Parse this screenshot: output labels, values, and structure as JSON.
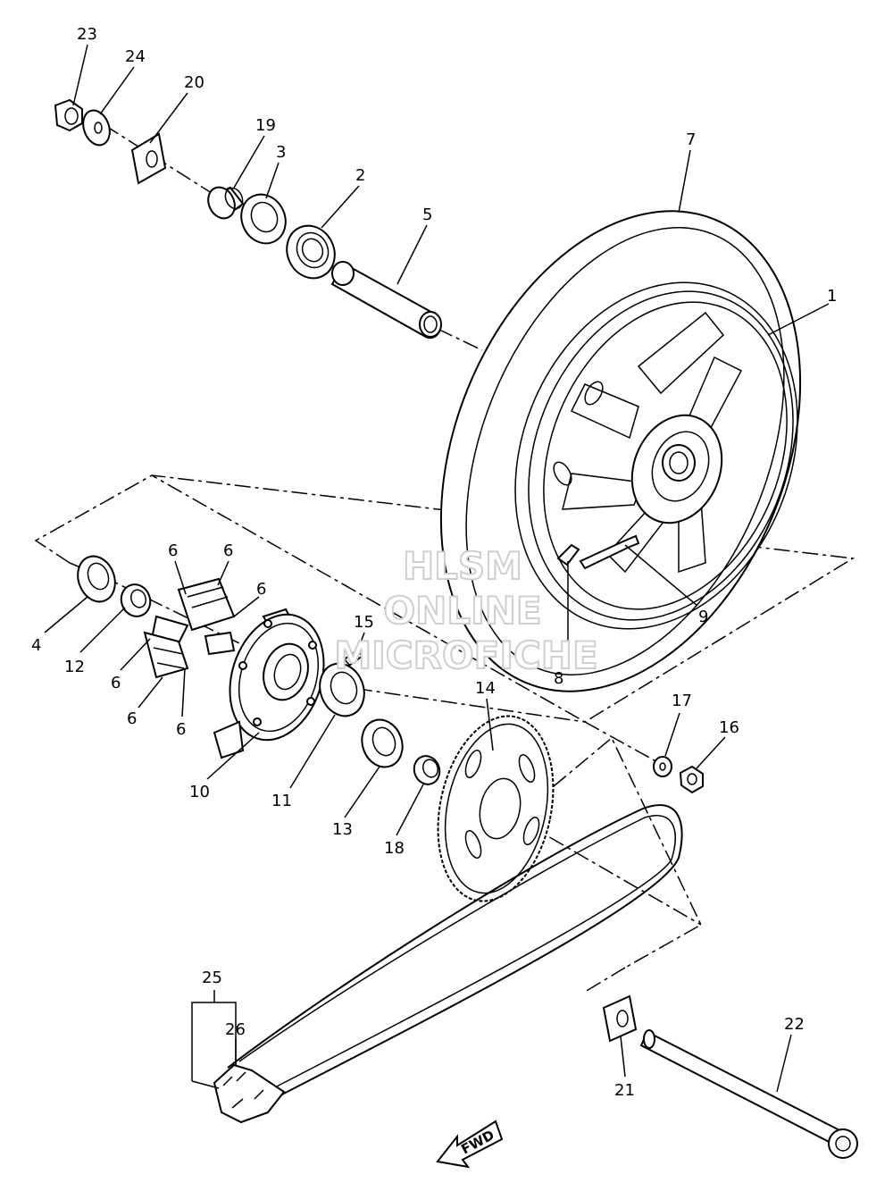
{
  "watermark": [
    "HLSM",
    "ONLINE",
    "MICROFICHE"
  ],
  "fwd_label": "FWD",
  "callouts": {
    "n1": "1",
    "n2": "2",
    "n3": "3",
    "n4": "4",
    "n5": "5",
    "n6a": "6",
    "n6b": "6",
    "n6c": "6",
    "n6d": "6",
    "n6e": "6",
    "n6f": "6",
    "n7": "7",
    "n8": "8",
    "n9": "9",
    "n10": "10",
    "n11": "11",
    "n12": "12",
    "n13": "13",
    "n14": "14",
    "n15": "15",
    "n16": "16",
    "n17": "17",
    "n18": "18",
    "n19": "19",
    "n20": "20",
    "n21": "21",
    "n22": "22",
    "n23": "23",
    "n24": "24",
    "n25": "25",
    "n26": "26"
  }
}
